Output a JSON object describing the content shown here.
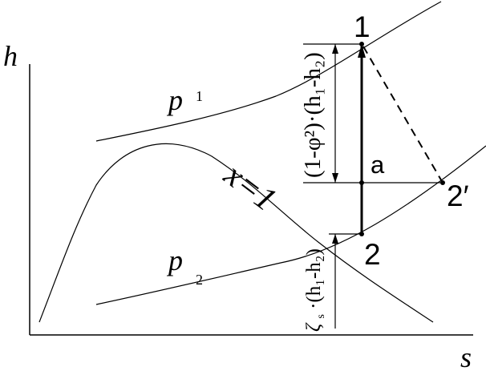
{
  "axes": {
    "y_label": "h",
    "x_label": "s"
  },
  "curves": {
    "p1_label": "p",
    "p1_subscript": "1",
    "p2_label": "p",
    "p2_subscript": "2",
    "saturation_label": "x=1"
  },
  "points": {
    "p1": "1",
    "p2": "2",
    "p2_prime": "2′",
    "a": "a"
  },
  "annotations": {
    "upper_interval": "(1-φ²)·(h₁-h₂)",
    "lower_interval": "ζs·(h₁-h₂)",
    "lower_interval_prefix": "ζ",
    "lower_interval_subscript": "s",
    "lower_interval_suffix": "·(h₁-h₂)"
  }
}
